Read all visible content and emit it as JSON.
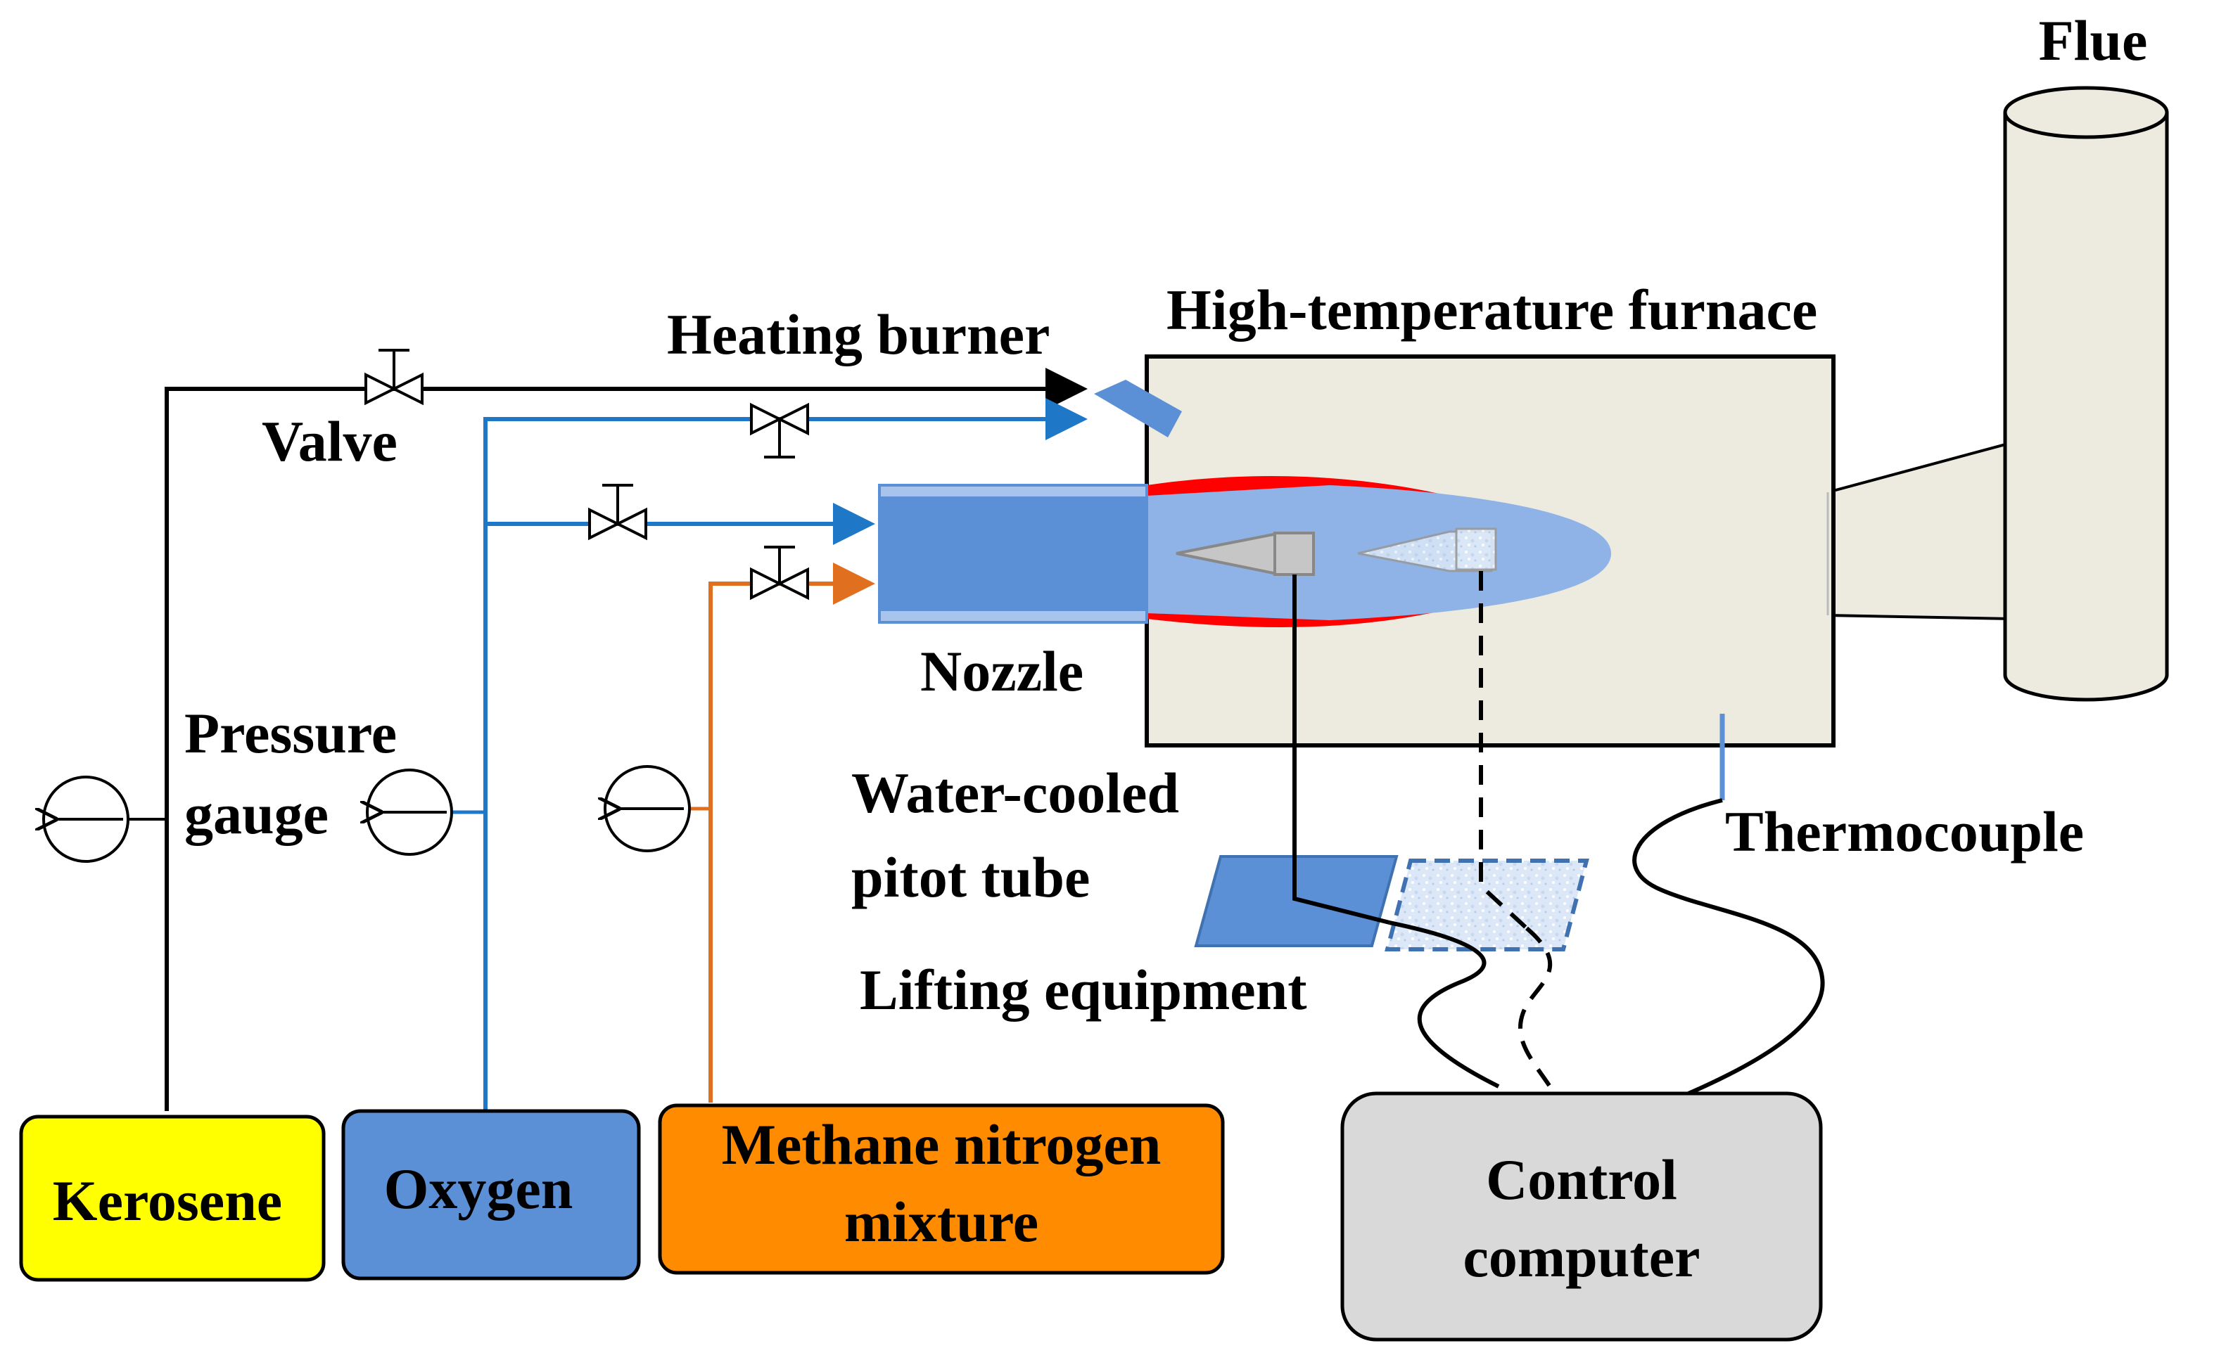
{
  "labels": {
    "flue": "Flue",
    "furnace": "High-temperature furnace",
    "heating_burner": "Heating burner",
    "valve": "Valve",
    "nozzle": "Nozzle",
    "pressure_gauge_line1": "Pressure",
    "pressure_gauge_line2": "gauge",
    "pitot_line1": "Water-cooled",
    "pitot_line2": "pitot tube",
    "thermocouple": "Thermocouple",
    "lifting": "Lifting equipment"
  },
  "tanks": {
    "kerosene": "Kerosene",
    "oxygen": "Oxygen",
    "methane_line1": "Methane nitrogen",
    "methane_line2": "mixture"
  },
  "computer": {
    "line1": "Control",
    "line2": "computer"
  },
  "colors": {
    "kerosene": "#ffff00",
    "oxygen": "#5b8fd6",
    "methane": "#ff8c00",
    "oxygen_line": "#1f77c8",
    "methane_line": "#e07020",
    "furnace": "#edebe0",
    "flame": "#ff0000",
    "jet": "#8fb3e6",
    "nozzle": "#5b8fd6",
    "computer": "#d9d9d9"
  }
}
